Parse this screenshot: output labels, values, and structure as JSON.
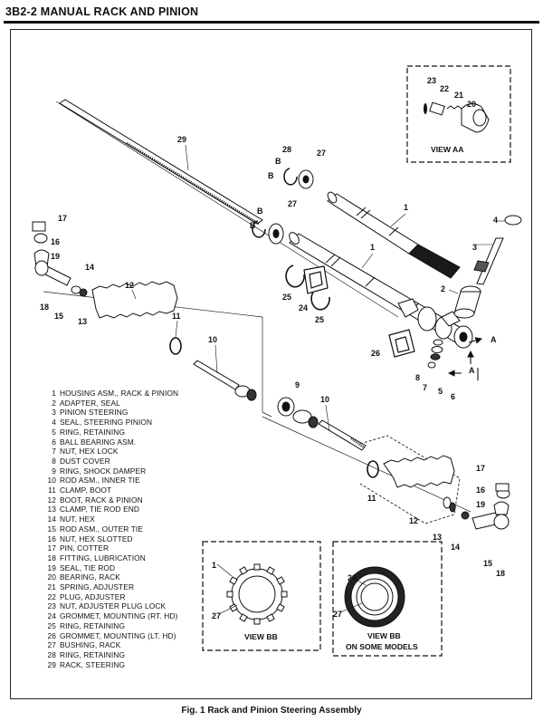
{
  "header": {
    "title": "3B2-2  MANUAL RACK AND PINION"
  },
  "caption": "Fig. 1 Rack and Pinion Steering Assembly",
  "views": {
    "view_aa": "VIEW AA",
    "view_bb_left": "VIEW BB",
    "view_bb_right": "VIEW BB",
    "view_bb_right_note": "ON SOME MODELS"
  },
  "section_marks": {
    "a": "A",
    "b": "B"
  },
  "legend": [
    {
      "num": "1",
      "text": "HOUSING ASM., RACK & PINION"
    },
    {
      "num": "2",
      "text": "ADAPTER, SEAL"
    },
    {
      "num": "3",
      "text": "PINION STEERING"
    },
    {
      "num": "4",
      "text": "SEAL, STEERING PINION"
    },
    {
      "num": "5",
      "text": "RING, RETAINING"
    },
    {
      "num": "6",
      "text": "BALL BEARING ASM."
    },
    {
      "num": "7",
      "text": "NUT, HEX LOCK"
    },
    {
      "num": "8",
      "text": "DUST COVER"
    },
    {
      "num": "9",
      "text": "RING, SHOCK DAMPER"
    },
    {
      "num": "10",
      "text": "ROD ASM., INNER TIE"
    },
    {
      "num": "11",
      "text": "CLAMP, BOOT"
    },
    {
      "num": "12",
      "text": "BOOT, RACK & PINION"
    },
    {
      "num": "13",
      "text": "CLAMP, TIE ROD END"
    },
    {
      "num": "14",
      "text": "NUT, HEX"
    },
    {
      "num": "15",
      "text": "ROD ASM., OUTER TIE"
    },
    {
      "num": "16",
      "text": "NUT, HEX SLOTTED"
    },
    {
      "num": "17",
      "text": "PIN, COTTER"
    },
    {
      "num": "18",
      "text": "FITTING, LUBRICATION"
    },
    {
      "num": "19",
      "text": "SEAL, TIE ROD"
    },
    {
      "num": "20",
      "text": "BEARING, RACK"
    },
    {
      "num": "21",
      "text": "SPRING, ADJUSTER"
    },
    {
      "num": "22",
      "text": "PLUG, ADJUSTER"
    },
    {
      "num": "23",
      "text": "NUT, ADJUSTER PLUG LOCK"
    },
    {
      "num": "24",
      "text": "GROMMET, MOUNTING (RT. HD)"
    },
    {
      "num": "25",
      "text": "RING, RETAINING"
    },
    {
      "num": "26",
      "text": "GROMMET, MOUNTING (LT. HD)"
    },
    {
      "num": "27",
      "text": "BUSHING, RACK"
    },
    {
      "num": "28",
      "text": "RING, RETAINING"
    },
    {
      "num": "29",
      "text": "RACK, STEERING"
    }
  ],
  "callouts": {
    "c29": "29",
    "c28": "28",
    "c27a": "27",
    "c27b": "27",
    "c1a": "1",
    "c1b": "1",
    "c4": "4",
    "c3": "3",
    "c2": "2",
    "c25a": "25",
    "c24": "24",
    "c25b": "25",
    "c26": "26",
    "c8": "8",
    "c7": "7",
    "c5": "5",
    "c6": "6",
    "c17a": "17",
    "c16a": "16",
    "c19a": "19",
    "c18a": "18",
    "c15a": "15",
    "c14a": "14",
    "c13a": "13",
    "c12a": "12",
    "c11a": "11",
    "c10a": "10",
    "c9": "9",
    "c10b": "10",
    "c11b": "11",
    "c12b": "12",
    "c13b": "13",
    "c14b": "14",
    "c15b": "15",
    "c17b": "17",
    "c16b": "16",
    "c19b": "19",
    "c18b": "18",
    "c23": "23",
    "c22": "22",
    "c21": "21",
    "c20": "20",
    "c1bb": "1",
    "c27bb": "27",
    "c28bb": "28",
    "c27bb2": "27"
  }
}
